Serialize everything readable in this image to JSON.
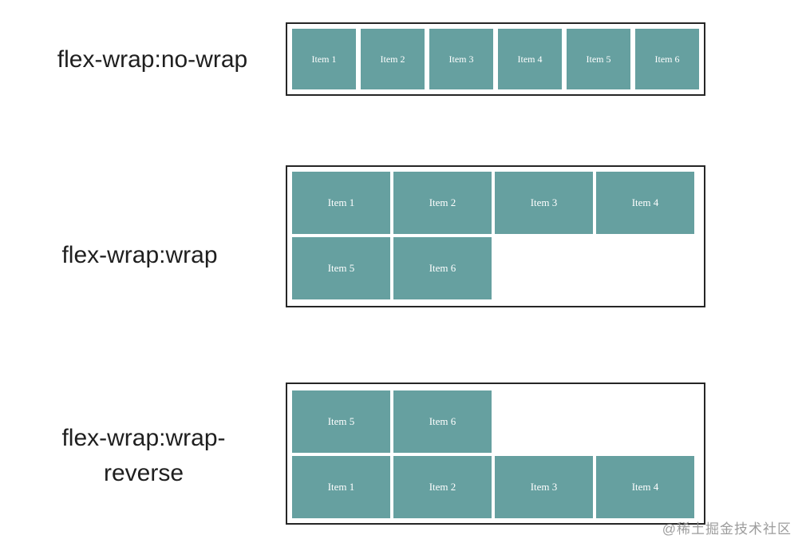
{
  "page": {
    "background": "#ffffff",
    "watermark": "@稀土掘金技术社区"
  },
  "colors": {
    "item_bg": "#66a0a0",
    "item_text": "#ffffff",
    "container_border": "#262626",
    "label_text": "#1f1f1f",
    "watermark_text": "#919191"
  },
  "sections": [
    {
      "id": "nowrap",
      "label": "flex-wrap:no-wrap",
      "wrap_mode": "nowrap",
      "items": [
        "Item 1",
        "Item 2",
        "Item 3",
        "Item 4",
        "Item 5",
        "Item 6"
      ]
    },
    {
      "id": "wrap",
      "label": "flex-wrap:wrap",
      "wrap_mode": "wrap",
      "items": [
        "Item 1",
        "Item 2",
        "Item 3",
        "Item 4",
        "Item 5",
        "Item 6"
      ]
    },
    {
      "id": "wrap-reverse",
      "label": "flex-wrap:wrap-reverse",
      "wrap_mode": "wrap-reverse",
      "items": [
        "Item 1",
        "Item 2",
        "Item 3",
        "Item 4",
        "Item 5",
        "Item 6"
      ]
    }
  ]
}
